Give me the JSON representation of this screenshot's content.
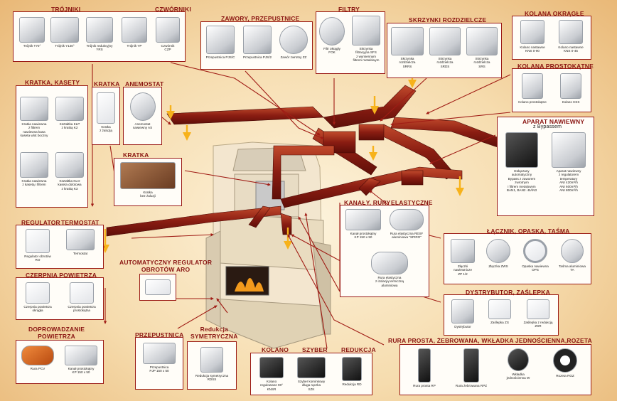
{
  "sections": {
    "trojniki": "TRÓJNIKI",
    "czworniki": "CZWÓRNIKI",
    "zawory": "ZAWORY, PRZEPUSTNICE",
    "filtry": "FILTRY",
    "skrzynki": "SKRZYNKI ROZDZIELCZE",
    "kolana_okragle": "KOLANA OKRĄGŁE",
    "kolana_prostokatne": "KOLANA PROSTOKĄTNE",
    "kratka_kasety": "KRATKA, KASETY",
    "kratka": "KRATKA",
    "anemostat": "ANEMOSTAT",
    "kratka2": "KRATKA",
    "aparat": "APARAT NAWIEWNY",
    "aparat_sub": "z Bypassem",
    "kanaly": "KANAŁY, RURY",
    "elastyczne": "ELASTYCZNE",
    "lacznik": "ŁĄCZNIK, OPASKA, TAŚMA",
    "regulator": "REGULATOR",
    "termostat": "TERMOSTAT",
    "auto_reg": "AUTOMATYCZNY REGULATOR\nOBROTÓW ARO",
    "czerpnia": "CZERPNIA POWIETRZA",
    "doprowadzanie": "DOPROWADZANIE\nPOWIETRZA",
    "dystrybutor": "DYSTRYBUTOR, ZAŚLEPKA",
    "przepustnica": "PRZEPUSTNICA",
    "redukcja_sym": "Redukcja\nSYMETRYCZNA",
    "kolano": "KOLANO",
    "szyber": "SZYBER",
    "redukcja": "REDUKCJA",
    "rura_prosta": "RURA PROSTA, ŻEBROWANA, WKŁADKA JEDNOŚCIENNA,ROZETA"
  },
  "items": {
    "t70": "Trójnik T70°",
    "y120": "Trójnik Y120°",
    "yrs": "Trójnik redukcyjny\nYRS",
    "yp": "Trójnik YP",
    "czp": "Czwórnik\nCZP",
    "pjs_c": "Przepustnica PJS/C",
    "pjs_2": "Przepustnica PJS/2",
    "zz": "Zawór zwrotny ZZ",
    "fok": "Filtr okrągły\nFOK",
    "sfs": "Skrzynka\nfiltracyjna SFS\nz wymiennym\nfiltrem metalowym",
    "srrs": "Skrzynka\nrozdzielcza\nSRRS",
    "srds": "Skrzynka\nrozdzielcza\nSRDS",
    "srs": "Skrzynka\nrozdzielcza\nSRS",
    "kns90": "Kolano nastawne\nKNS 0-90",
    "kns45": "Kolano nastawne\nKNS 0-45",
    "kolano_prost": "Kolano prostokątne",
    "kss": "Kolano KSS",
    "kr_nawiewna": "Kratka nawiewna\nz filtrem\nnawiewna kasa\nkaseta wlot boczny",
    "klp": "Kształtka KLP\nz kratką K2",
    "kr_filtr": "Kratka nawiewna\nz kasetą i filtrem",
    "klo": "Kształtka KLO\nkaseta dolotowa\nz kratką K3",
    "kr_zal": "Kratka\nz żaluzją",
    "as": "Anemostat\nnawiewny AS",
    "kr_bez": "Kratka\nbez żaluzji",
    "apar1": "Dołączany\nautomatyczny\nBypass z zaworem\nzwrotnym\ni filtrem metalowym\nBAN1, BAN2 i BAN3",
    "apar2": "Aparat nawiewny\nz regulatorem\ntemperatury\nANI 420m³/h\nANI 600m³/h\nANI 800m³/h",
    "kp": "Kanał prostokątny\nKP 150 x 50",
    "resf": "Rura elastyczna RESF\naluminiowa \"SPIRO\"",
    "rura_el": "Rura elastyczna\nz izolacją termiczną\naluminiowa",
    "regulator_item": "Regulator obrotów\nRO",
    "termostat_item": "Termostat",
    "zp": "Złączki\nnawiewnicze\nZP 1/2",
    "zws": "Złączka ZWS",
    "ops": "Opaska nawiewna\nOPS",
    "ta": "Taśma aluminiowa\nTA",
    "cz1": "Czerpnia powietrza\nokrągła",
    "cz2": "Czerpnia powietrza\nprostokątna",
    "pcv": "Rura PCV",
    "kp2": "Kanał prostokątny\nKP 150 x 50",
    "dys": "Dystrybutor",
    "zs": "Zaślepka ZS",
    "zsr": "Zaślepka z redukcją\nZSR",
    "pjp": "Przepustnica\nPJP 150 x 50",
    "rdss": "Redukcja symetryczna\nRDSS",
    "knsr": "Kolano\nregulowane 90°\nKNSR",
    "szk": "Szyber kominkowy\ndługa rączka\nSZK",
    "rd": "Redukcja RD",
    "rp": "Rura prosta RP",
    "rpz": "Rura żebrowana RPZ",
    "wkladka": "Wkładka\njednościenna W",
    "roz": "Rozeta ROZ"
  }
}
